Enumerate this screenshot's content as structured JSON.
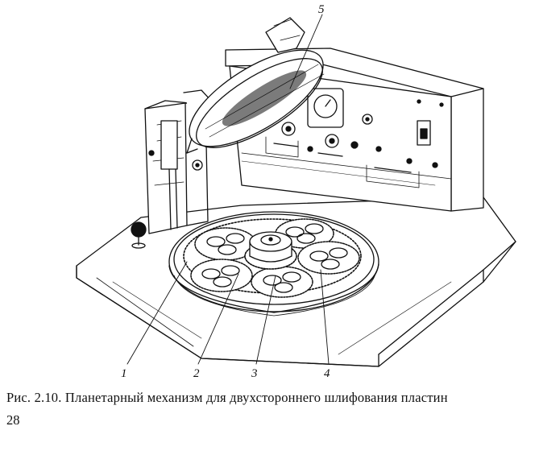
{
  "figure": {
    "callouts": [
      "1",
      "2",
      "3",
      "4",
      "5"
    ]
  },
  "caption": "Рис. 2.10. Планетарный механизм для двухстороннего шлифования пластин",
  "page_number": "28"
}
